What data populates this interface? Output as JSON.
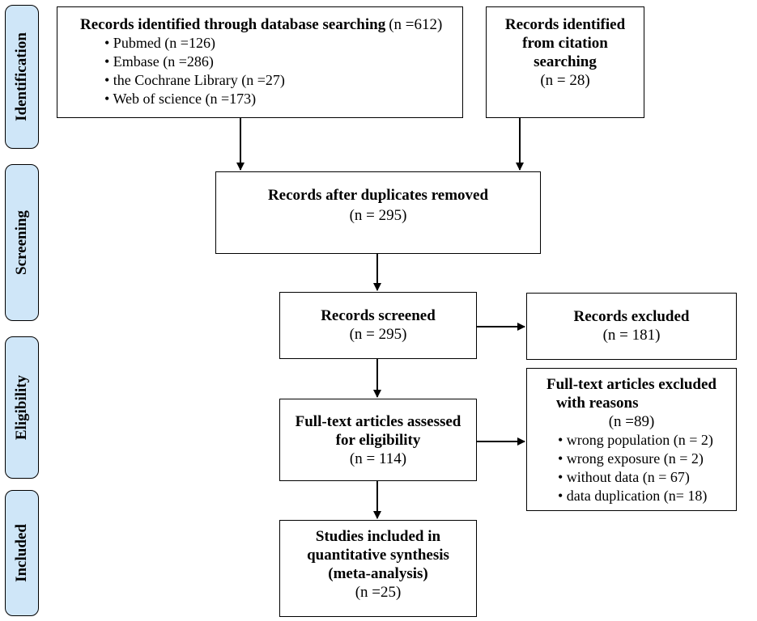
{
  "stages": [
    "Identification",
    "Screening",
    "Eligibility",
    "Included"
  ],
  "db_search": {
    "title": "Records identified through database searching",
    "count": "(n =612)",
    "items": [
      "• Pubmed (n =126)",
      "• Embase (n =286)",
      "• the Cochrane Library (n =27)",
      "• Web of science (n =173)"
    ]
  },
  "citation": {
    "title_line1": "Records identified",
    "title_line2": "from citation",
    "title_line3": "searching",
    "count": "(n = 28)"
  },
  "duplicates": {
    "title": "Records after duplicates removed",
    "count": "(n = 295)"
  },
  "screened": {
    "title": "Records screened",
    "count": "(n = 295)"
  },
  "excluded": {
    "title": "Records excluded",
    "count": "(n = 181)"
  },
  "fulltext": {
    "title_line1": "Full-text articles assessed",
    "title_line2": "for eligibility",
    "count": "(n = 114)"
  },
  "fulltext_excluded": {
    "title_line1": "Full-text articles excluded",
    "title_line2": "with reasons",
    "count": "(n =89)",
    "items": [
      "• wrong population (n = 2)",
      "• wrong exposure (n = 2)",
      "• without data (n = 67)",
      "• data duplication (n= 18)"
    ]
  },
  "included": {
    "title_line1": "Studies included in",
    "title_line2": "quantitative synthesis",
    "title_line3": "(meta-analysis)",
    "count": "(n =25)"
  }
}
